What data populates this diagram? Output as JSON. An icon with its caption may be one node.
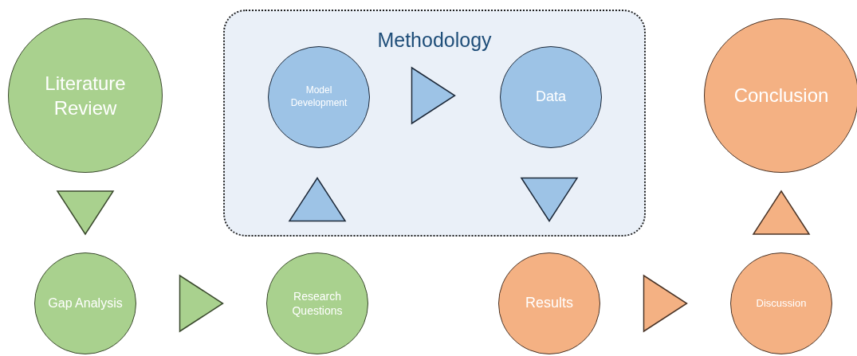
{
  "diagram": {
    "nodes": [
      {
        "text": [
          "Literature Review"
        ]
      },
      {
        "text": [
          "Gap Analysis"
        ]
      },
      {
        "text": [
          "Research Questions"
        ]
      },
      {
        "text": [
          "Methodology"
        ]
      },
      {
        "text": [
          "Model Development"
        ],
        "in": 3
      },
      {
        "text": [
          "Data"
        ],
        "in": 3
      },
      {
        "text": [
          "Conclusion"
        ]
      },
      {
        "text": [
          "Results"
        ]
      },
      {
        "text": [
          "Discussion"
        ]
      }
    ],
    "edges": [
      {
        "from": 0,
        "to": 1,
        "arrow": "to",
        "color": "#a9d18e"
      },
      {
        "from": 1,
        "to": 2,
        "arrow": "to",
        "color": "#a9d18e"
      },
      {
        "from": 2,
        "to": 4,
        "arrow": "to"
      },
      {
        "from": 4,
        "to": 5,
        "arrow": "to"
      },
      {
        "from": 5,
        "to": 7,
        "arrow": "to"
      },
      {
        "from": 7,
        "to": 8,
        "arrow": "to",
        "color": "#f4b183"
      },
      {
        "from": 8,
        "to": 6,
        "arrow": "to",
        "color": "#f4b183"
      }
    ]
  }
}
